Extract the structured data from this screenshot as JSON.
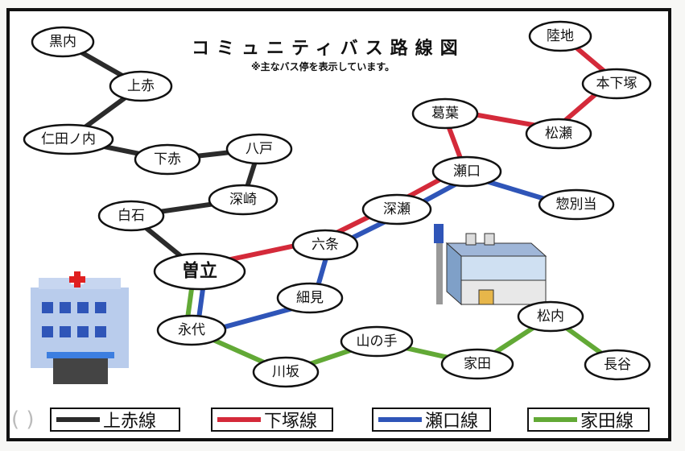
{
  "title": "コミュニティバス路線図",
  "note": "※主なバス停を表示しています。",
  "lines": [
    {
      "id": "kamiaka",
      "name": "上赤線",
      "color": "#2b2b2b",
      "path": [
        "黒内",
        "上赤",
        "仁田ノ内",
        "下赤",
        "八戸",
        "深崎",
        "白石",
        "曽立"
      ]
    },
    {
      "id": "shimotsuka",
      "name": "下塚線",
      "color": "#d42a3a",
      "path": [
        "曽立",
        "六条",
        "深瀬",
        "瀬口",
        "葛葉",
        "松瀬",
        "本下塚",
        "陸地"
      ]
    },
    {
      "id": "seguchi",
      "name": "瀬口線",
      "color": "#2f55b8",
      "path": [
        "曽立",
        "永代",
        "細見",
        "六条",
        "深瀬",
        "瀬口",
        "惣別当"
      ]
    },
    {
      "id": "ieda",
      "name": "家田線",
      "color": "#62a936",
      "path": [
        "曽立",
        "永代",
        "川坂",
        "山の手",
        "家田",
        "松内",
        "長谷"
      ]
    }
  ],
  "stops": [
    "黒内",
    "上赤",
    "仁田ノ内",
    "下赤",
    "八戸",
    "深崎",
    "白石",
    "曽立",
    "六条",
    "細見",
    "永代",
    "川坂",
    "山の手",
    "家田",
    "松内",
    "長谷",
    "深瀬",
    "瀬口",
    "葛葉",
    "松瀬",
    "本下塚",
    "陸地",
    "惣別当"
  ],
  "legend_paren": "( )",
  "icons": {
    "hospital": "hospital-icon",
    "station": "bus-terminal-building-icon"
  }
}
